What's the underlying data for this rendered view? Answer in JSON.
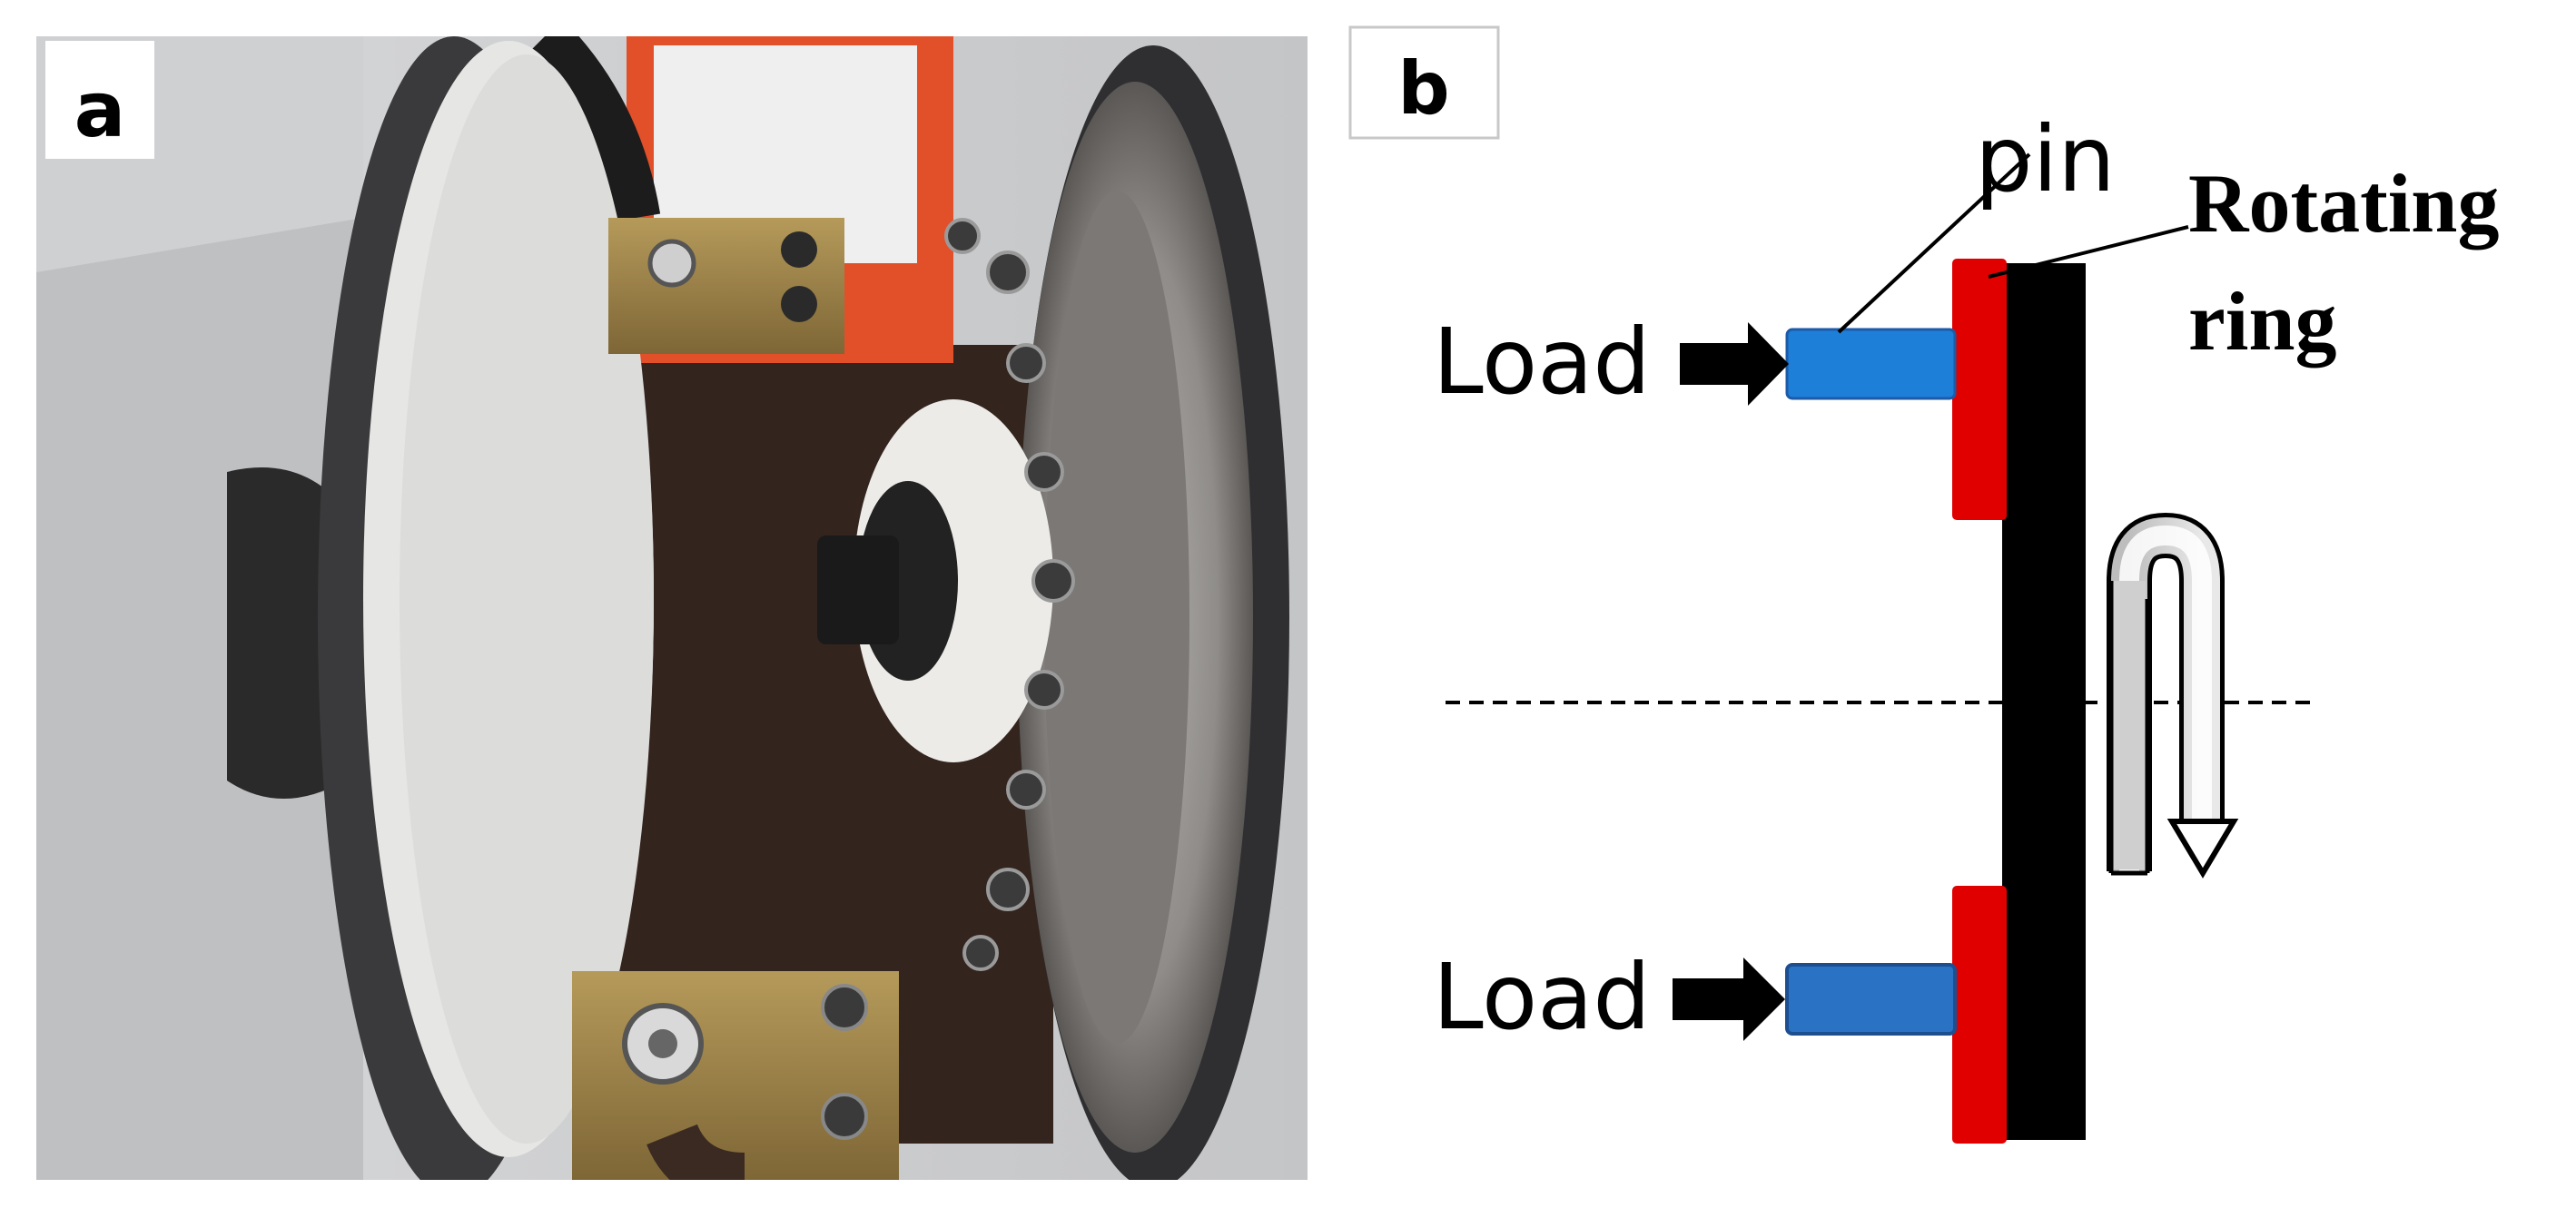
{
  "panel_a": {
    "label": "a",
    "photo_description": "Photograph of a pin-on-ring wear test rig"
  },
  "panel_b": {
    "label": "b",
    "pin_label": "pin",
    "ring_label_line1": "Rotating",
    "ring_label_line2": "ring",
    "load_top_label": "Load",
    "load_bottom_label": "Load"
  },
  "colors": {
    "pin": "#1e7fd8",
    "pin_outline": "#1d5aa8",
    "holder": "#e00000",
    "ring": "#000000",
    "arrow": "#000000",
    "rotation_arrow_fill": "#d4d4d4"
  }
}
